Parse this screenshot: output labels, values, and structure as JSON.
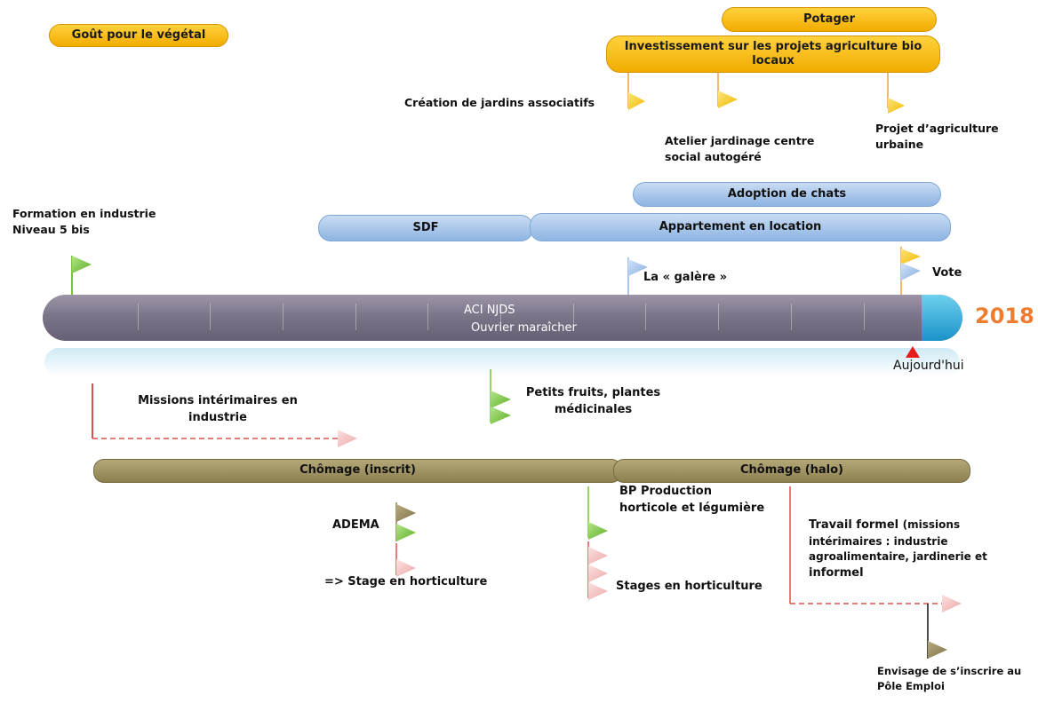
{
  "top_labels": {
    "gout": "Goût pour le végétal",
    "potager": "Potager",
    "investissement": "Investissement sur les projets agriculture bio locaux",
    "creation_jardins": "Création de jardins associatifs",
    "atelier": "Atelier jardinage centre social autogéré",
    "projet_agri": "Projet d’agriculture urbaine",
    "adoption": "Adoption de chats",
    "sdf": "SDF",
    "appartement": "Appartement en location",
    "formation": "Formation en industrie Niveau 5 bis",
    "galere": "La « galère »",
    "vote": "Vote"
  },
  "timeline": {
    "aci": "ACI NJDS",
    "ouvrier": "Ouvrier maraîcher",
    "year": "2018",
    "today": "Aujourd'hui"
  },
  "bottom_labels": {
    "missions": "Missions intérimaires en industrie",
    "petits_fruits": "Petits fruits, plantes médicinales",
    "chomage_inscrit": "Chômage (inscrit)",
    "chomage_halo": "Chômage (halo)",
    "adema": "ADEMA",
    "stage": "=> Stage en horticulture",
    "bp": "BP Production horticole et légumière",
    "stages": "Stages en horticulture",
    "travail_prefix": "Travail formel ",
    "travail_rest": "(missions intérimaires : industrie agroalimentaire, jardinerie et",
    "travail_end": "informel",
    "envisage": "Envisage de s’inscrire au Pôle Emploi"
  },
  "colors": {
    "gold": "#f2ac00",
    "blue": "#8db4e2",
    "olive": "#8c7f50",
    "timeline": "#7c7489",
    "accent_year": "#ee7d31",
    "flag_yellow": "#f5c000",
    "flag_green": "#79c33b",
    "flag_blue": "#8fb3e3",
    "flag_pink": "#f1b6b6",
    "flag_olive": "#8c7f50",
    "dashed_red": "#d9534f",
    "today_marker": "#e41c1c"
  }
}
